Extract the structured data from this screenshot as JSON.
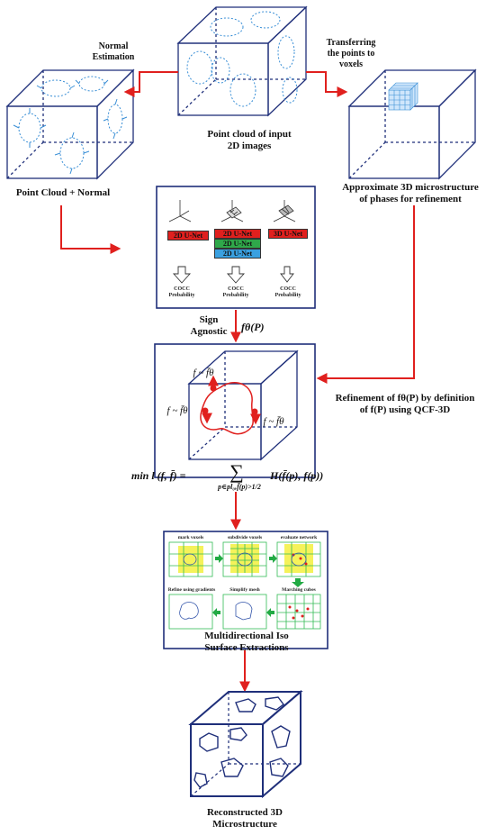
{
  "labels": {
    "normal_estimation": "Normal\nEstimation",
    "transferring": "Transferring\nthe points to\nvoxels",
    "point_cloud_input": "Point cloud of input\n2D images",
    "point_cloud_normal": "Point Cloud + Normal",
    "approximate": "Approximate 3D microstructure\nof phases for refinement",
    "sign_agnostic": "Sign\nAgnostic",
    "f_theta": "fθ(P)",
    "refinement": "Refinement of fθ(P) by definition\nof f(P) using QCF-3D",
    "loss_lhs": "min l (f, f̄) =",
    "loss_sum": "∑",
    "loss_sub": "p∈pl₀,f̄(p)>1/2",
    "loss_rhs": "H(f̄(p), f(p))",
    "multidirectional": "Multidirectional Iso\nSurface Extractions",
    "reconstructed": "Reconstructed 3D\nMicrostructure"
  },
  "cube_annotations": {
    "upper": "f ~ f̄θ",
    "left": "f ~ f̄θ",
    "right": "f ~ f̄θ"
  },
  "unet_panel": {
    "blocks": [
      {
        "text": "2D U-Net",
        "color": "#e0201e"
      },
      {
        "text": "2D U-Net",
        "color": "#e0201e"
      },
      {
        "text": "2D U-Net",
        "color": "#2fa84a"
      },
      {
        "text": "2D U-Net",
        "color": "#3aa0e0"
      },
      {
        "text": "3D U-Net",
        "color": "#e0201e"
      }
    ],
    "outputs": [
      "COCC\nProbability",
      "COCC\nProbability",
      "COCC\nProbability"
    ]
  },
  "iso_panel": {
    "steps": [
      "mark voxels",
      "subdivide voxels",
      "evaluate network",
      "Refine using gradients",
      "Simplify mesh",
      "Marching cubes"
    ],
    "highlight_color": "#f5f25a",
    "grid_color": "#33bb55",
    "arrow_color": "#22aa44"
  },
  "colors": {
    "arrow": "#e0201e",
    "box": "#1f2f7a",
    "cube": "#1f2f7a",
    "points": "#3a8fd6"
  }
}
